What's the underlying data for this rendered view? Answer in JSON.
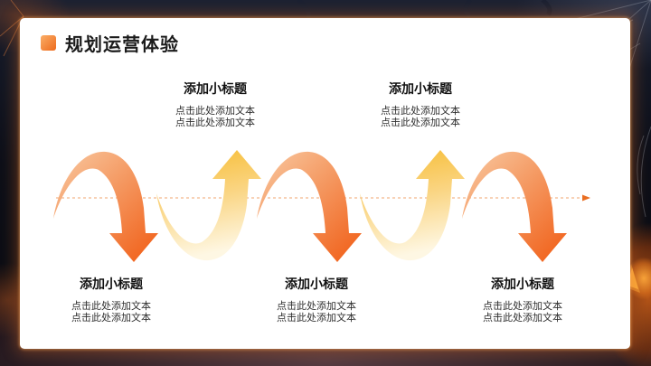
{
  "slide": {
    "title": "规划运营体验"
  },
  "diagram": {
    "top_items": [
      {
        "title": "添加小标题",
        "lines": [
          "点击此处添加文本",
          "点击此处添加文本"
        ]
      },
      {
        "title": "添加小标题",
        "lines": [
          "点击此处添加文本",
          "点击此处添加文本"
        ]
      }
    ],
    "bottom_items": [
      {
        "title": "添加小标题",
        "lines": [
          "点击此处添加文本",
          "点击此处添加文本"
        ]
      },
      {
        "title": "添加小标题",
        "lines": [
          "点击此处添加文本",
          "点击此处添加文本"
        ]
      },
      {
        "title": "添加小标题",
        "lines": [
          "点击此处添加文本",
          "点击此处添加文本"
        ]
      }
    ],
    "arrows": [
      {
        "direction": "down"
      },
      {
        "direction": "up"
      },
      {
        "direction": "down"
      },
      {
        "direction": "up"
      },
      {
        "direction": "down"
      }
    ]
  },
  "colors": {
    "accent_orange": "#ED6A1C",
    "arrow_down_gradient": [
      "#F9CBA4",
      "#F1611A"
    ],
    "arrow_up_gradient": [
      "#F7BB2E",
      "#FEF7E3"
    ],
    "dashed_line": "#EE9556",
    "panel_background": "#FFFFFF",
    "background_dark": "#0D0F18",
    "pumpkin_glow": "#FFAF3C"
  }
}
